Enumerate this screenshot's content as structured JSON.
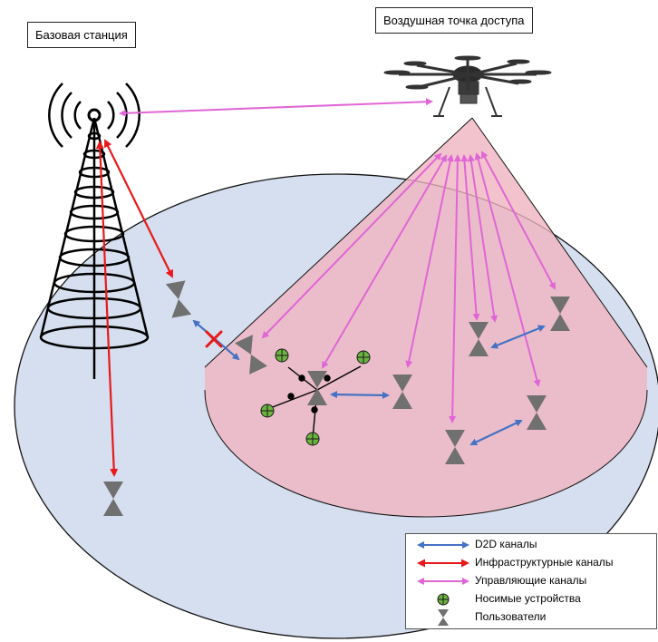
{
  "labels": {
    "base_station": "Базовая станция",
    "aerial_access_point": "Воздушная точка доступа"
  },
  "legend": {
    "d2d": "D2D каналы",
    "infrastructure": "Инфраструктурные каналы",
    "control": "Управляющие каналы",
    "wearables": "Носимые устройства",
    "users": "Пользователи"
  },
  "colors": {
    "d2d_link": "#4472C4",
    "infrastructure_link": "#E8191A",
    "control_link": "#E066D6",
    "coverage_area": "#D6DFEF",
    "uav_cone": "#F0B4C0",
    "wearable_device": "#6CB33F",
    "user_device": "#707070",
    "blocked_link_mark": "#E8191A"
  },
  "icons": {
    "base_station": "cell-tower-icon",
    "aerial_access_point": "drone-icon",
    "user": "hourglass-user-icon",
    "wearable": "crossed-circle-icon"
  }
}
